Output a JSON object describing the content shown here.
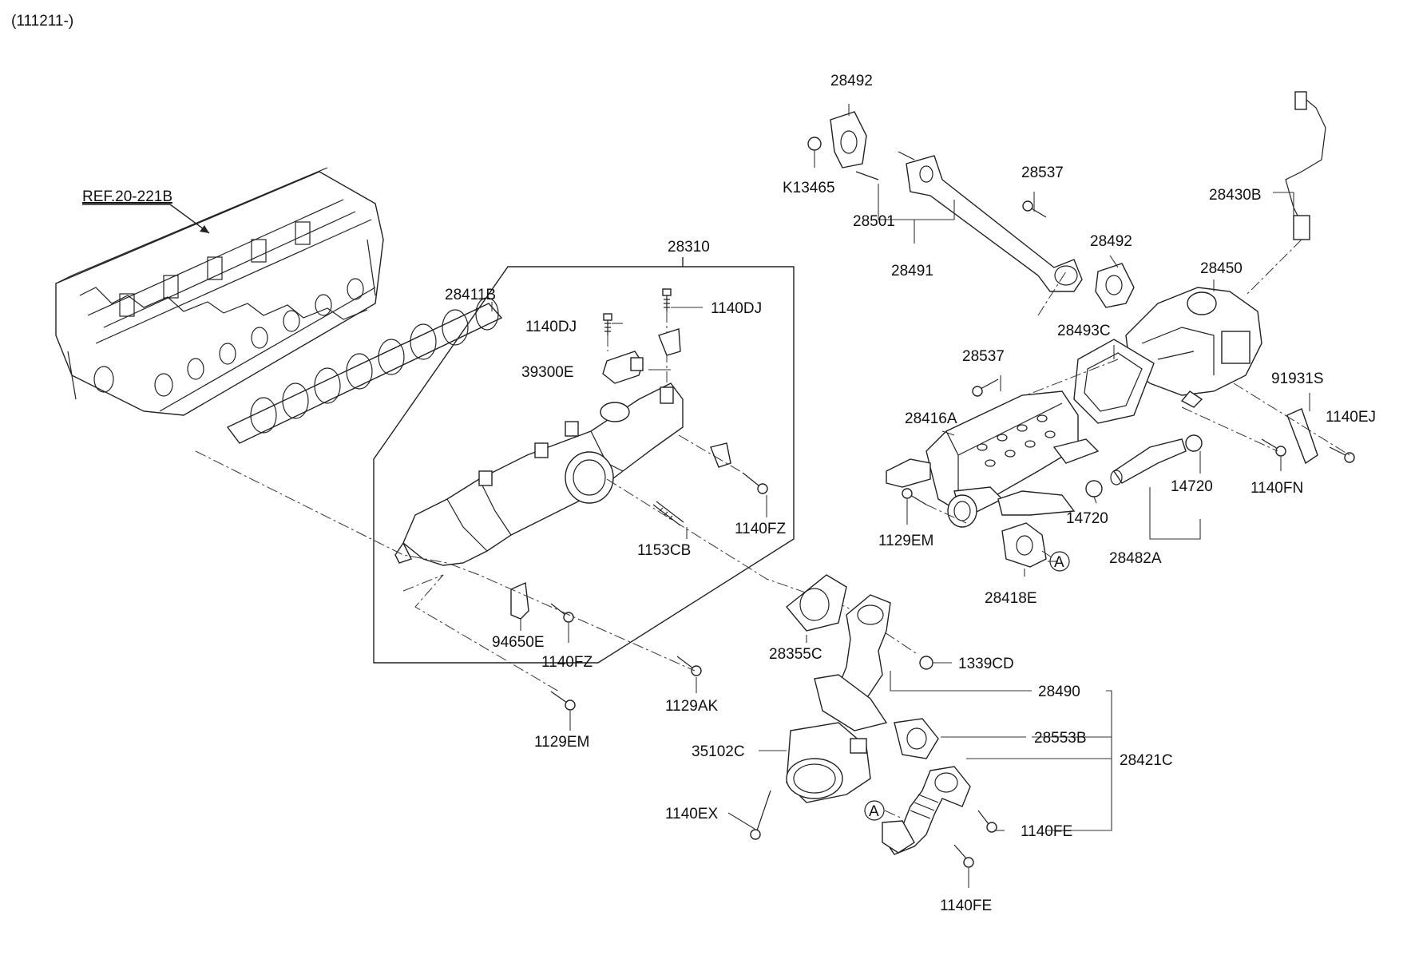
{
  "header": {
    "date_code": "(111211-)"
  },
  "ref_label": "REF.20-221B",
  "callouts": {
    "p28492_top": "28492",
    "pK13465": "K13465",
    "p28501": "28501",
    "p28491": "28491",
    "p28537_top": "28537",
    "p28492_mid": "28492",
    "p28430B": "28430B",
    "p28450": "28450",
    "p28493C": "28493C",
    "p28537_mid": "28537",
    "p91931S": "91931S",
    "p1140EJ": "1140EJ",
    "p28416A": "28416A",
    "p1140FN": "1140FN",
    "p14720_r": "14720",
    "p14720_l": "14720",
    "p1129EM_r": "1129EM",
    "p28482A": "28482A",
    "p28418E": "28418E",
    "circleA_top": "A",
    "p28411B": "28411B",
    "p28310": "28310",
    "p1140DJ_l": "1140DJ",
    "p1140DJ_r": "1140DJ",
    "p39300E": "39300E",
    "p1153CB": "1153CB",
    "p1140FZ_r": "1140FZ",
    "p94650E": "94650E",
    "p1140FZ_l": "1140FZ",
    "p1129AK": "1129AK",
    "p1129EM_l": "1129EM",
    "p28355C": "28355C",
    "p1339CD": "1339CD",
    "p28490": "28490",
    "p28553B": "28553B",
    "p28421C": "28421C",
    "p35102C": "35102C",
    "p1140EX": "1140EX",
    "circleA_bot": "A",
    "p1140FE_r": "1140FE",
    "p1140FE_b": "1140FE"
  }
}
